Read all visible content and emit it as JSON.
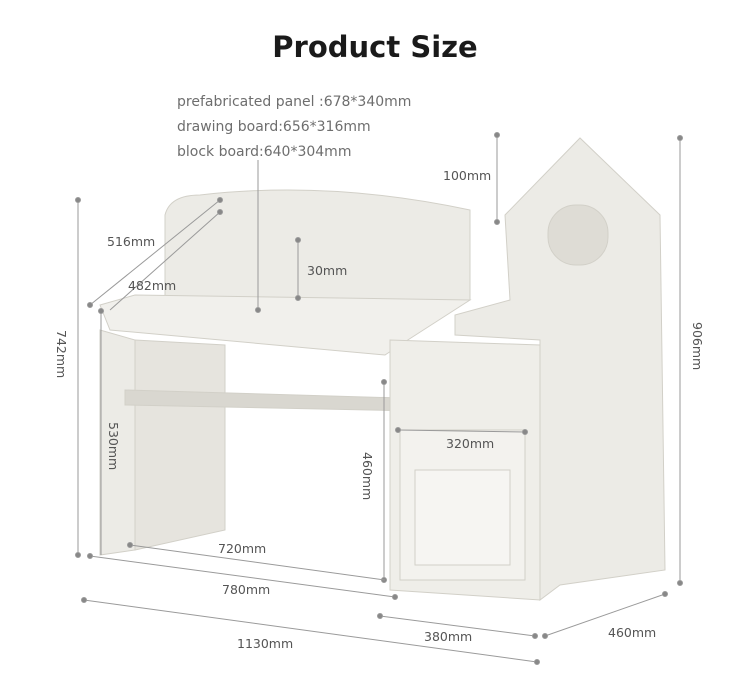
{
  "title": "Product Size",
  "specs": [
    "prefabricated panel :678*340mm",
    "drawing board:656*316mm",
    "block board:640*304mm"
  ],
  "dimensions": {
    "backrest_depth": "516mm",
    "desk_depth": "482mm",
    "board_lip": "30mm",
    "roof_height": "100mm",
    "total_height": "906mm",
    "desk_height": "742mm",
    "leg_height": "530mm",
    "cabinet_height": "460mm",
    "drawer_width": "320mm",
    "inner_width": "720mm",
    "desk_width": "780mm",
    "total_width": "1130mm",
    "cabinet_width": "380mm",
    "total_depth": "460mm"
  },
  "colors": {
    "furniture": "#ecebe6",
    "shadow": "#d9d7d0",
    "line": "#888888"
  }
}
